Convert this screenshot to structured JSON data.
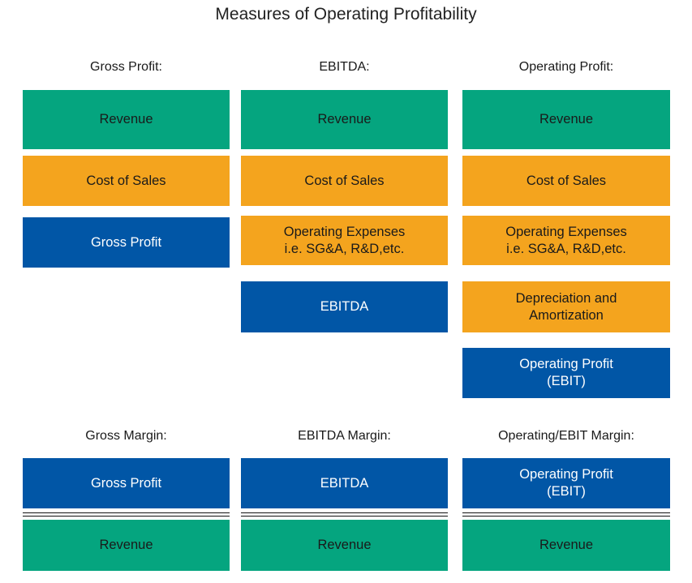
{
  "title": "Measures of Operating Profitability",
  "colors": {
    "revenue": "#05a57f",
    "cost": "#f4a41e",
    "profit": "#0156a6",
    "light_text": "#ffffff",
    "dark_text": "#1a1a1a"
  },
  "columns": [
    {
      "heading": "Gross Profit:",
      "blocks": [
        {
          "label": "Revenue",
          "kind": "revenue"
        },
        {
          "label": "Cost of Sales",
          "kind": "cost"
        },
        {
          "label": "Gross Profit",
          "kind": "profit"
        }
      ],
      "margin_heading": "Gross Margin:",
      "numerator": "Gross Profit",
      "denominator": "Revenue"
    },
    {
      "heading": "EBITDA:",
      "blocks": [
        {
          "label": "Revenue",
          "kind": "revenue"
        },
        {
          "label": "Cost of Sales",
          "kind": "cost"
        },
        {
          "label": "Operating Expenses\ni.e. SG&A, R&D,etc.",
          "kind": "cost"
        },
        {
          "label": "EBITDA",
          "kind": "profit"
        }
      ],
      "margin_heading": "EBITDA Margin:",
      "numerator": "EBITDA",
      "denominator": "Revenue"
    },
    {
      "heading": "Operating Profit:",
      "blocks": [
        {
          "label": "Revenue",
          "kind": "revenue"
        },
        {
          "label": "Cost of Sales",
          "kind": "cost"
        },
        {
          "label": "Operating Expenses\ni.e. SG&A, R&D,etc.",
          "kind": "cost"
        },
        {
          "label": "Depreciation and\nAmortization",
          "kind": "cost"
        },
        {
          "label": "Operating Profit\n(EBIT)",
          "kind": "profit"
        }
      ],
      "margin_heading": "Operating/EBIT Margin:",
      "numerator": "Operating Profit\n(EBIT)",
      "denominator": "Revenue"
    }
  ]
}
